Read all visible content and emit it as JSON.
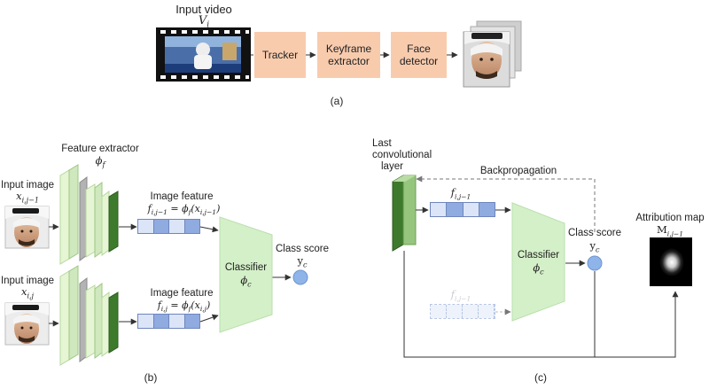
{
  "panel_a": {
    "input_title": "Input video",
    "input_symbol": "V",
    "input_subscript": "i",
    "steps": [
      "Tracker",
      "Keyframe extractor",
      "Face detector"
    ],
    "caption": "(a)"
  },
  "panel_b": {
    "extractor_title": "Feature extractor",
    "extractor_symbol": "ϕ",
    "extractor_subscript": "f",
    "input_label_1": "Input image",
    "input_var_1": "x",
    "input_sub_1": "i,j−1",
    "input_label_2": "Input image",
    "input_var_2": "x",
    "input_sub_2": "i,j",
    "feature_title_1": "Image feature",
    "feature_eq_1_lhs": "f",
    "feature_eq_1_lhs_sub": "i,j−1",
    "feature_eq_1_rhs": " = ϕ",
    "feature_eq_1_rhs_sub": "f",
    "feature_eq_1_arg": "(x",
    "feature_eq_1_arg_sub": "i,j−1",
    "feature_eq_1_close": ")",
    "feature_title_2": "Image feature",
    "feature_eq_2_lhs": "f",
    "feature_eq_2_lhs_sub": "i,j",
    "feature_eq_2_rhs": " = ϕ",
    "feature_eq_2_rhs_sub": "f",
    "feature_eq_2_arg": "(x",
    "feature_eq_2_arg_sub": "i,j",
    "feature_eq_2_close": ")",
    "classifier_title": "Classifier",
    "classifier_symbol": "ϕ",
    "classifier_subscript": "c",
    "score_title": "Class score",
    "score_symbol": "y",
    "score_subscript": "c",
    "caption": "(b)"
  },
  "panel_c": {
    "layer_title_1": "Last",
    "layer_title_2": "convolutional",
    "layer_title_3": "layer",
    "backprop_label": "Backpropagation",
    "feature_symbol": "f",
    "feature_subscript": "i,j−1",
    "faded_feature_symbol": "f",
    "faded_feature_subscript": "i,j−1",
    "classifier_title": "Classifier",
    "classifier_symbol": "ϕ",
    "classifier_subscript": "c",
    "score_title": "Class score",
    "score_symbol": "y",
    "score_subscript": "c",
    "map_title": "Attribution map",
    "map_symbol": "M",
    "map_subscript": "i,j−1",
    "caption": "(c)"
  },
  "colors": {
    "peach": "#f8cbad",
    "classifier_green": "#d4f0c8",
    "layer_light": "#e6f5d4",
    "layer_dark": "#3e7a2c",
    "feature_light": "#dbe5f7",
    "feature_dark": "#8fabe0",
    "score_blue": "#8eb4ea"
  }
}
